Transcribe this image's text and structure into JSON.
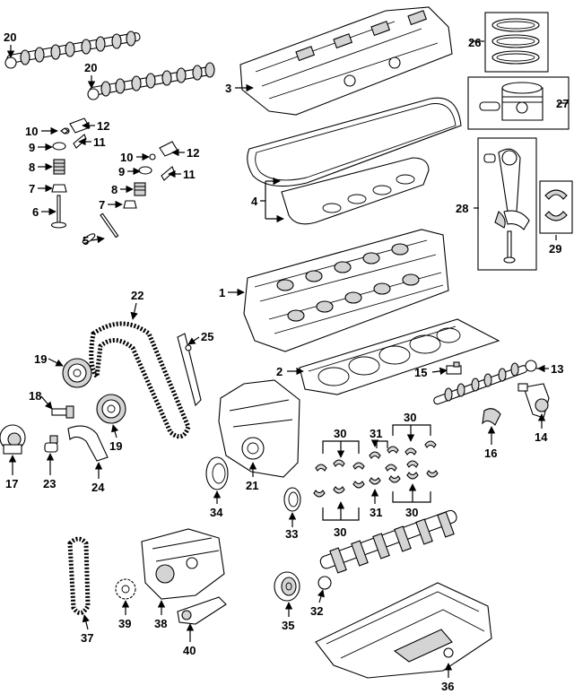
{
  "callouts": [
    {
      "id": "c20a",
      "text": "20"
    },
    {
      "id": "c20b",
      "text": "20"
    },
    {
      "id": "c3",
      "text": "3"
    },
    {
      "id": "c26",
      "text": "26"
    },
    {
      "id": "c27",
      "text": "27"
    },
    {
      "id": "c10a",
      "text": "10"
    },
    {
      "id": "c12a",
      "text": "12"
    },
    {
      "id": "c9a",
      "text": "9"
    },
    {
      "id": "c11a",
      "text": "11"
    },
    {
      "id": "c8a",
      "text": "8"
    },
    {
      "id": "c7a",
      "text": "7"
    },
    {
      "id": "c6",
      "text": "6"
    },
    {
      "id": "c10b",
      "text": "10"
    },
    {
      "id": "c12b",
      "text": "12"
    },
    {
      "id": "c9b",
      "text": "9"
    },
    {
      "id": "c11b",
      "text": "11"
    },
    {
      "id": "c8b",
      "text": "8"
    },
    {
      "id": "c7b",
      "text": "7"
    },
    {
      "id": "c5",
      "text": "5"
    },
    {
      "id": "c4",
      "text": "4"
    },
    {
      "id": "c28",
      "text": "28"
    },
    {
      "id": "c29",
      "text": "29"
    },
    {
      "id": "c1",
      "text": "1"
    },
    {
      "id": "c22",
      "text": "22"
    },
    {
      "id": "c25",
      "text": "25"
    },
    {
      "id": "c19a",
      "text": "19"
    },
    {
      "id": "c2",
      "text": "2"
    },
    {
      "id": "c15",
      "text": "15"
    },
    {
      "id": "c13",
      "text": "13"
    },
    {
      "id": "c18",
      "text": "18"
    },
    {
      "id": "c19b",
      "text": "19"
    },
    {
      "id": "c17",
      "text": "17"
    },
    {
      "id": "c23",
      "text": "23"
    },
    {
      "id": "c24",
      "text": "24"
    },
    {
      "id": "c21",
      "text": "21"
    },
    {
      "id": "c34",
      "text": "34"
    },
    {
      "id": "c33",
      "text": "33"
    },
    {
      "id": "c30a",
      "text": "30"
    },
    {
      "id": "c31a",
      "text": "31"
    },
    {
      "id": "c30b",
      "text": "30"
    },
    {
      "id": "c31b",
      "text": "31"
    },
    {
      "id": "c30c",
      "text": "30"
    },
    {
      "id": "c30d",
      "text": "30"
    },
    {
      "id": "c16",
      "text": "16"
    },
    {
      "id": "c14",
      "text": "14"
    },
    {
      "id": "c37",
      "text": "37"
    },
    {
      "id": "c39",
      "text": "39"
    },
    {
      "id": "c38",
      "text": "38"
    },
    {
      "id": "c40",
      "text": "40"
    },
    {
      "id": "c35",
      "text": "35"
    },
    {
      "id": "c32",
      "text": "32"
    },
    {
      "id": "c36",
      "text": "36"
    }
  ]
}
